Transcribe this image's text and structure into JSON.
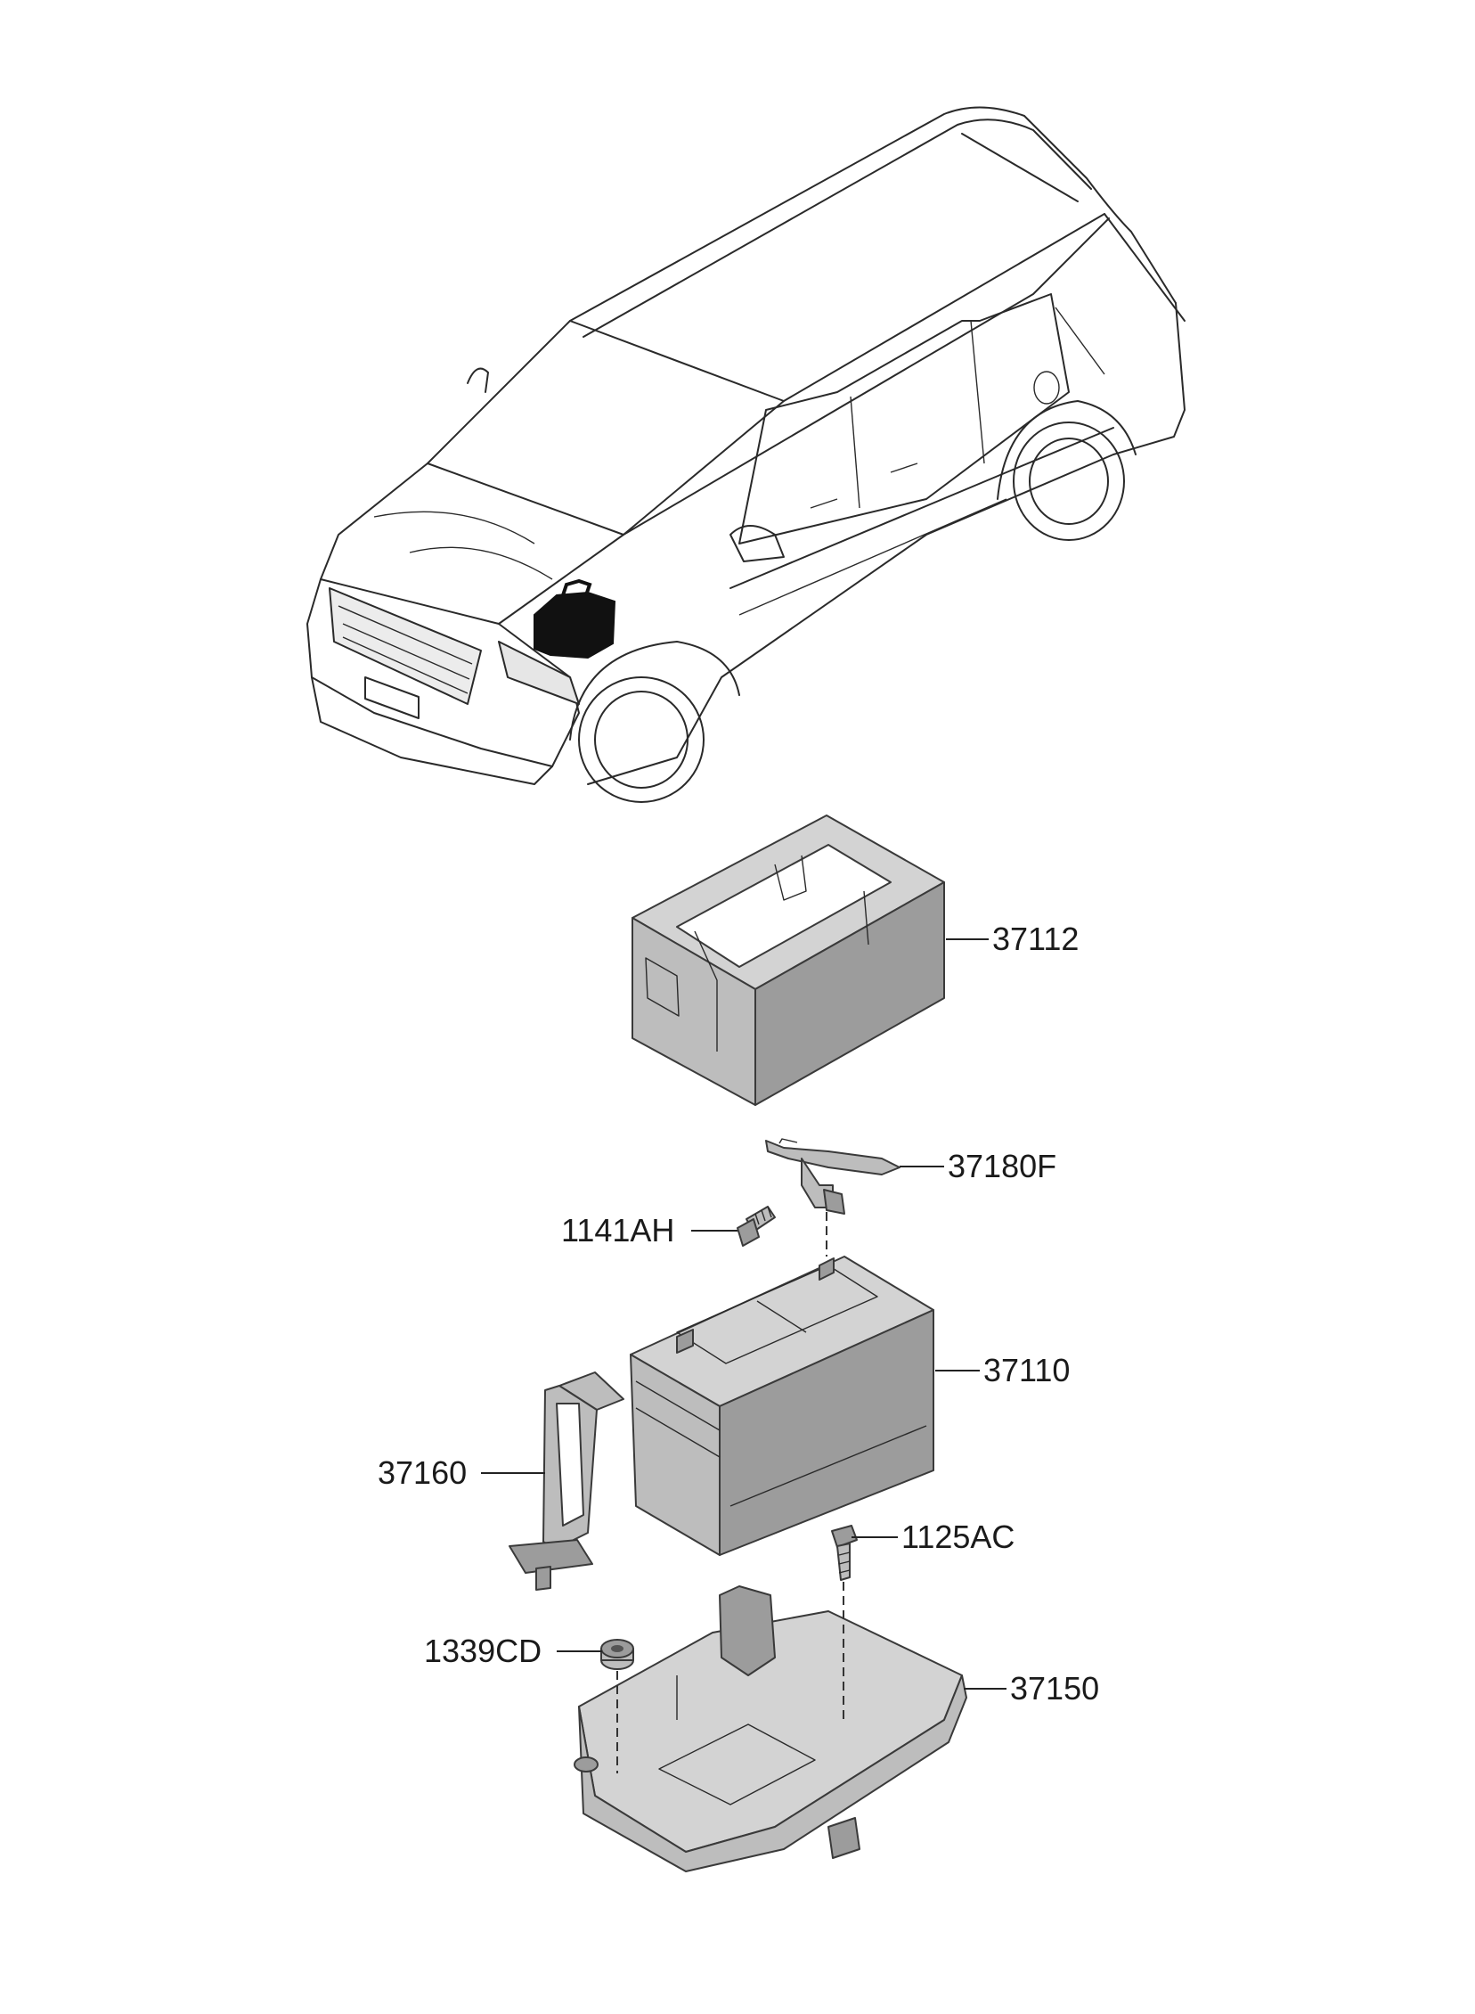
{
  "callouts": {
    "battery_tray_cover": "37112",
    "terminal_sensor": "37180F",
    "bolt_terminal": "1141AH",
    "battery": "37110",
    "battery_clamp": "37160",
    "bolt_tray": "1125AC",
    "nut": "1339CD",
    "battery_tray": "37150"
  },
  "colors": {
    "line": "#2a2a2a",
    "part_fill": "#bdbdbd",
    "part_fill_light": "#d3d3d3",
    "part_fill_dark": "#9c9c9c",
    "highlight": "#111111"
  }
}
